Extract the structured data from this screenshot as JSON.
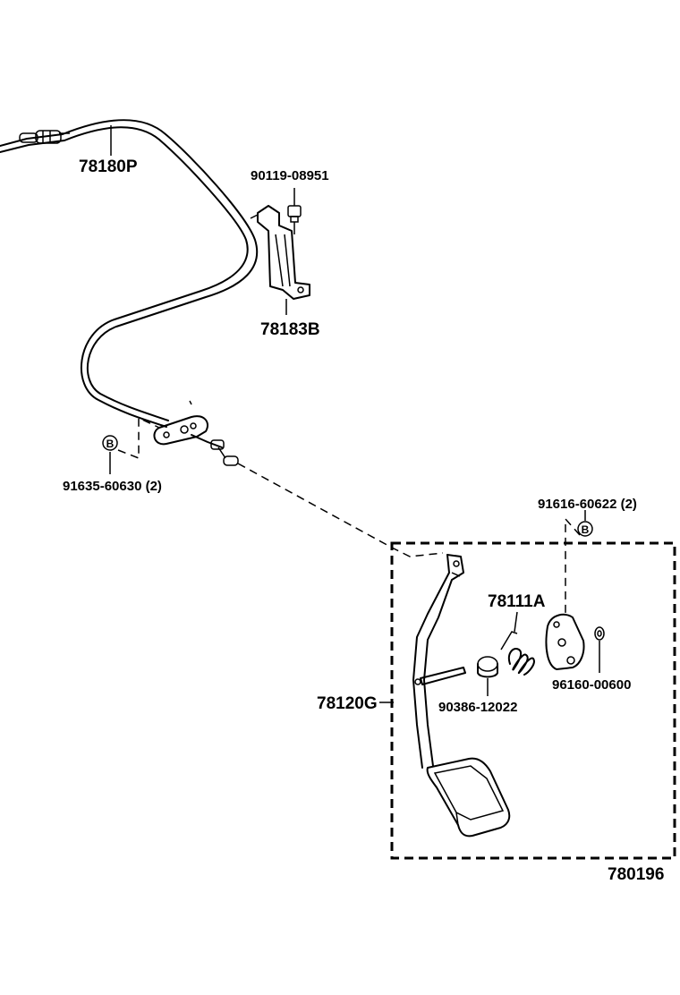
{
  "diagram": {
    "drawing_code": "780196",
    "parts": {
      "cable": "78180P",
      "bolt": "90119-08951",
      "bracket": "78183B",
      "nut_cable": "91635-60630 (2)",
      "nut_support": "91616-60622 (2)",
      "spring": "78111A",
      "pedal_assembly": "78120G",
      "bushing": "90386-12022",
      "washer": "96160-00600"
    },
    "icons": {
      "nut_marker_left": "B",
      "nut_marker_right": "B"
    }
  }
}
